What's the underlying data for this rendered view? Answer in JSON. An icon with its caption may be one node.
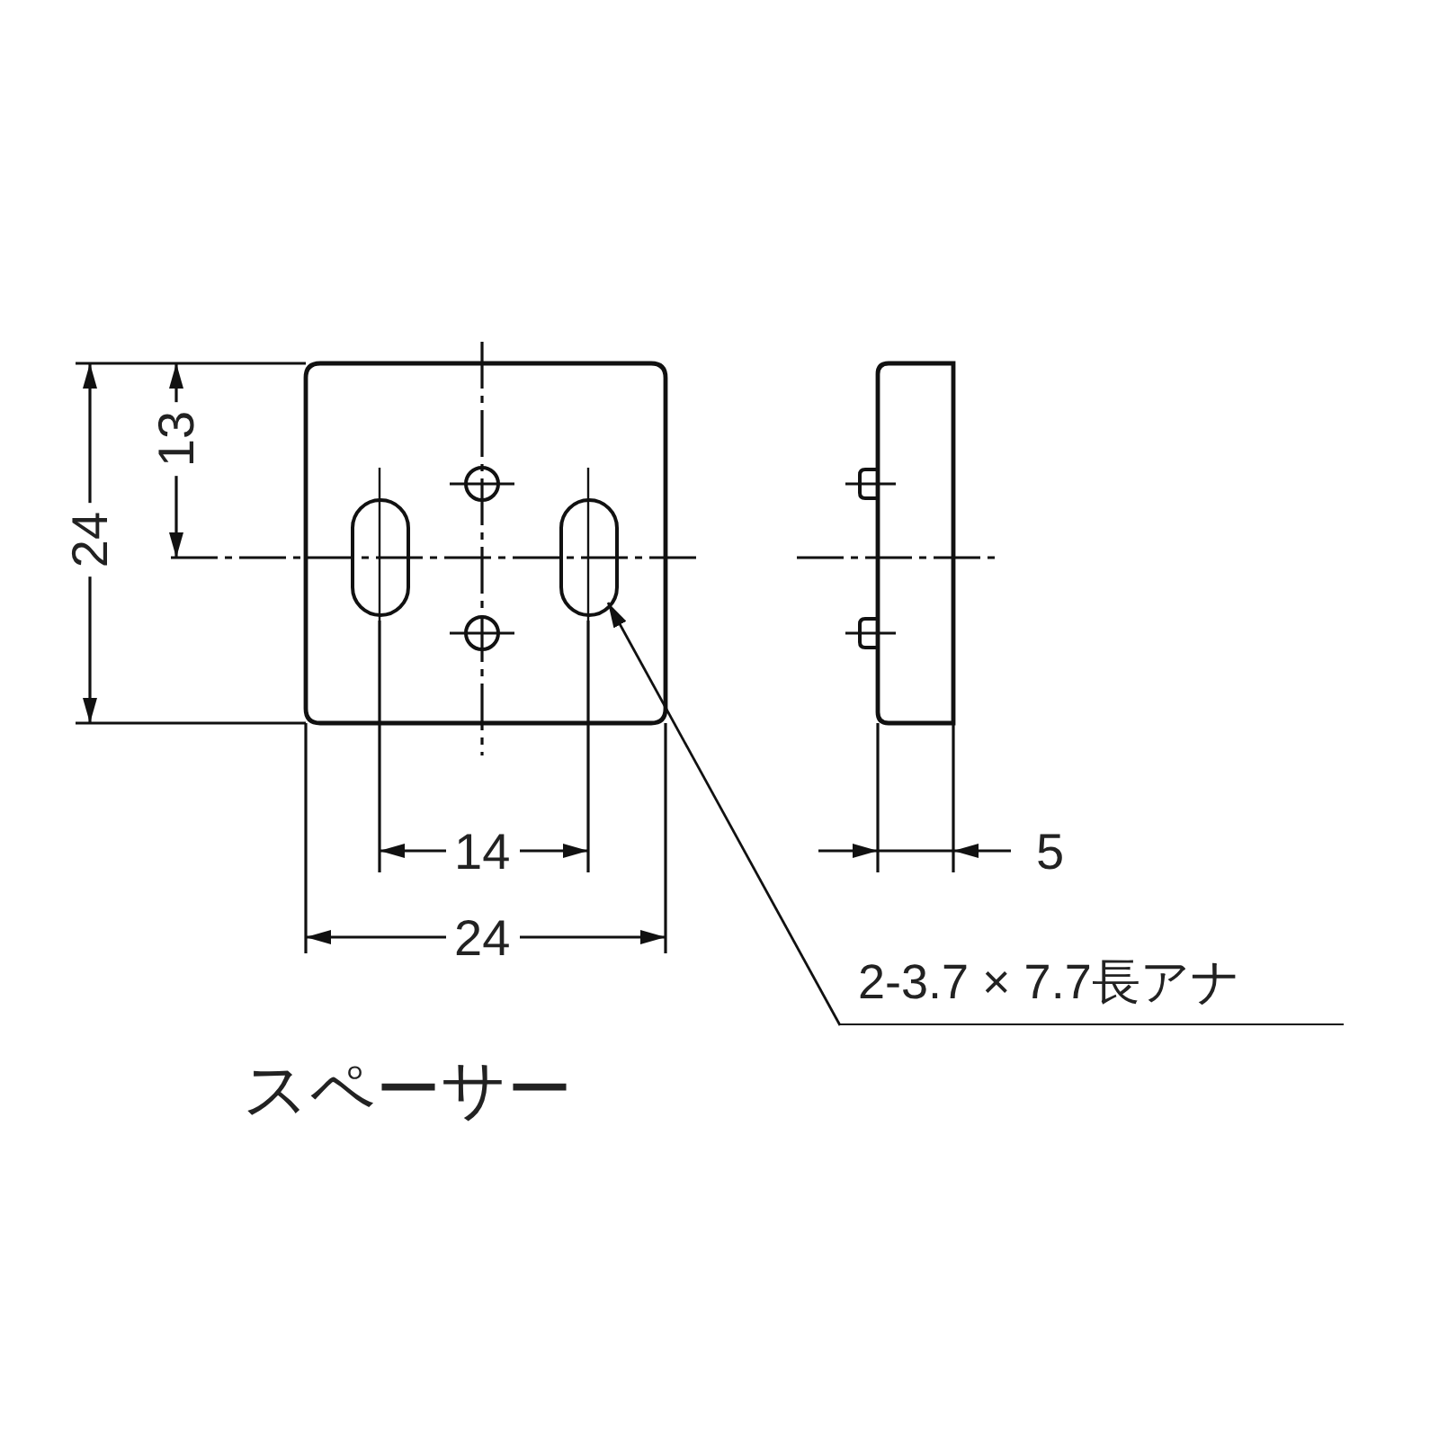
{
  "diagram": {
    "caption": "スペーサー",
    "nodes": [
      {
        "text": [],
        "shape": "slot"
      },
      {
        "text": [],
        "shape": "slot"
      },
      {
        "text": [
          "2-3.7 × 7.7長アナ"
        ]
      }
    ],
    "edges": [
      {
        "from": 2,
        "to": 1,
        "arrow": "to"
      }
    ],
    "labels": [
      "24",
      "13",
      "14",
      "5",
      "24"
    ]
  }
}
